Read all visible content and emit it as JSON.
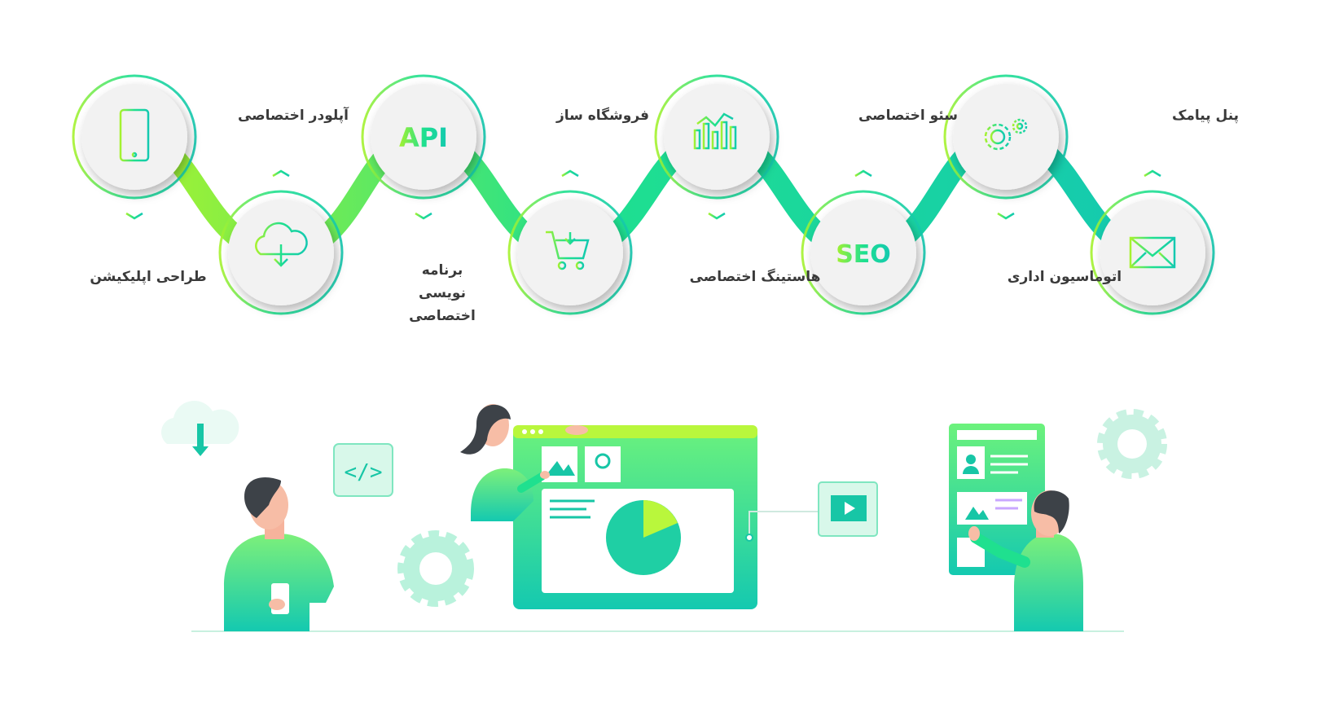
{
  "steps": [
    {
      "label": "طراحی اپلیکیشن",
      "icon": "mobile-phone-icon"
    },
    {
      "label": "آپلودر اختصاصی",
      "icon": "cloud-download-icon"
    },
    {
      "label": "برنامه نویسی اختصاصی",
      "icon": "api-text-icon",
      "icon_text": "API"
    },
    {
      "label": "فروشگاه ساز",
      "icon": "shopping-cart-icon"
    },
    {
      "label": "هاستینگ اختصاصی",
      "icon": "bar-chart-icon"
    },
    {
      "label": "سئو اختصاصی",
      "icon": "seo-text-icon",
      "icon_text": "SEO"
    },
    {
      "label": "اتوماسیون اداری",
      "icon": "gears-icon"
    },
    {
      "label": "پنل پیامک",
      "icon": "envelope-icon"
    }
  ],
  "colors": {
    "gradient_start": "#a6f22f",
    "gradient_mid": "#1fe08f",
    "gradient_end": "#14c9b0",
    "circle_fill": "#f2f2f2",
    "label_text": "#3a3a3a"
  }
}
